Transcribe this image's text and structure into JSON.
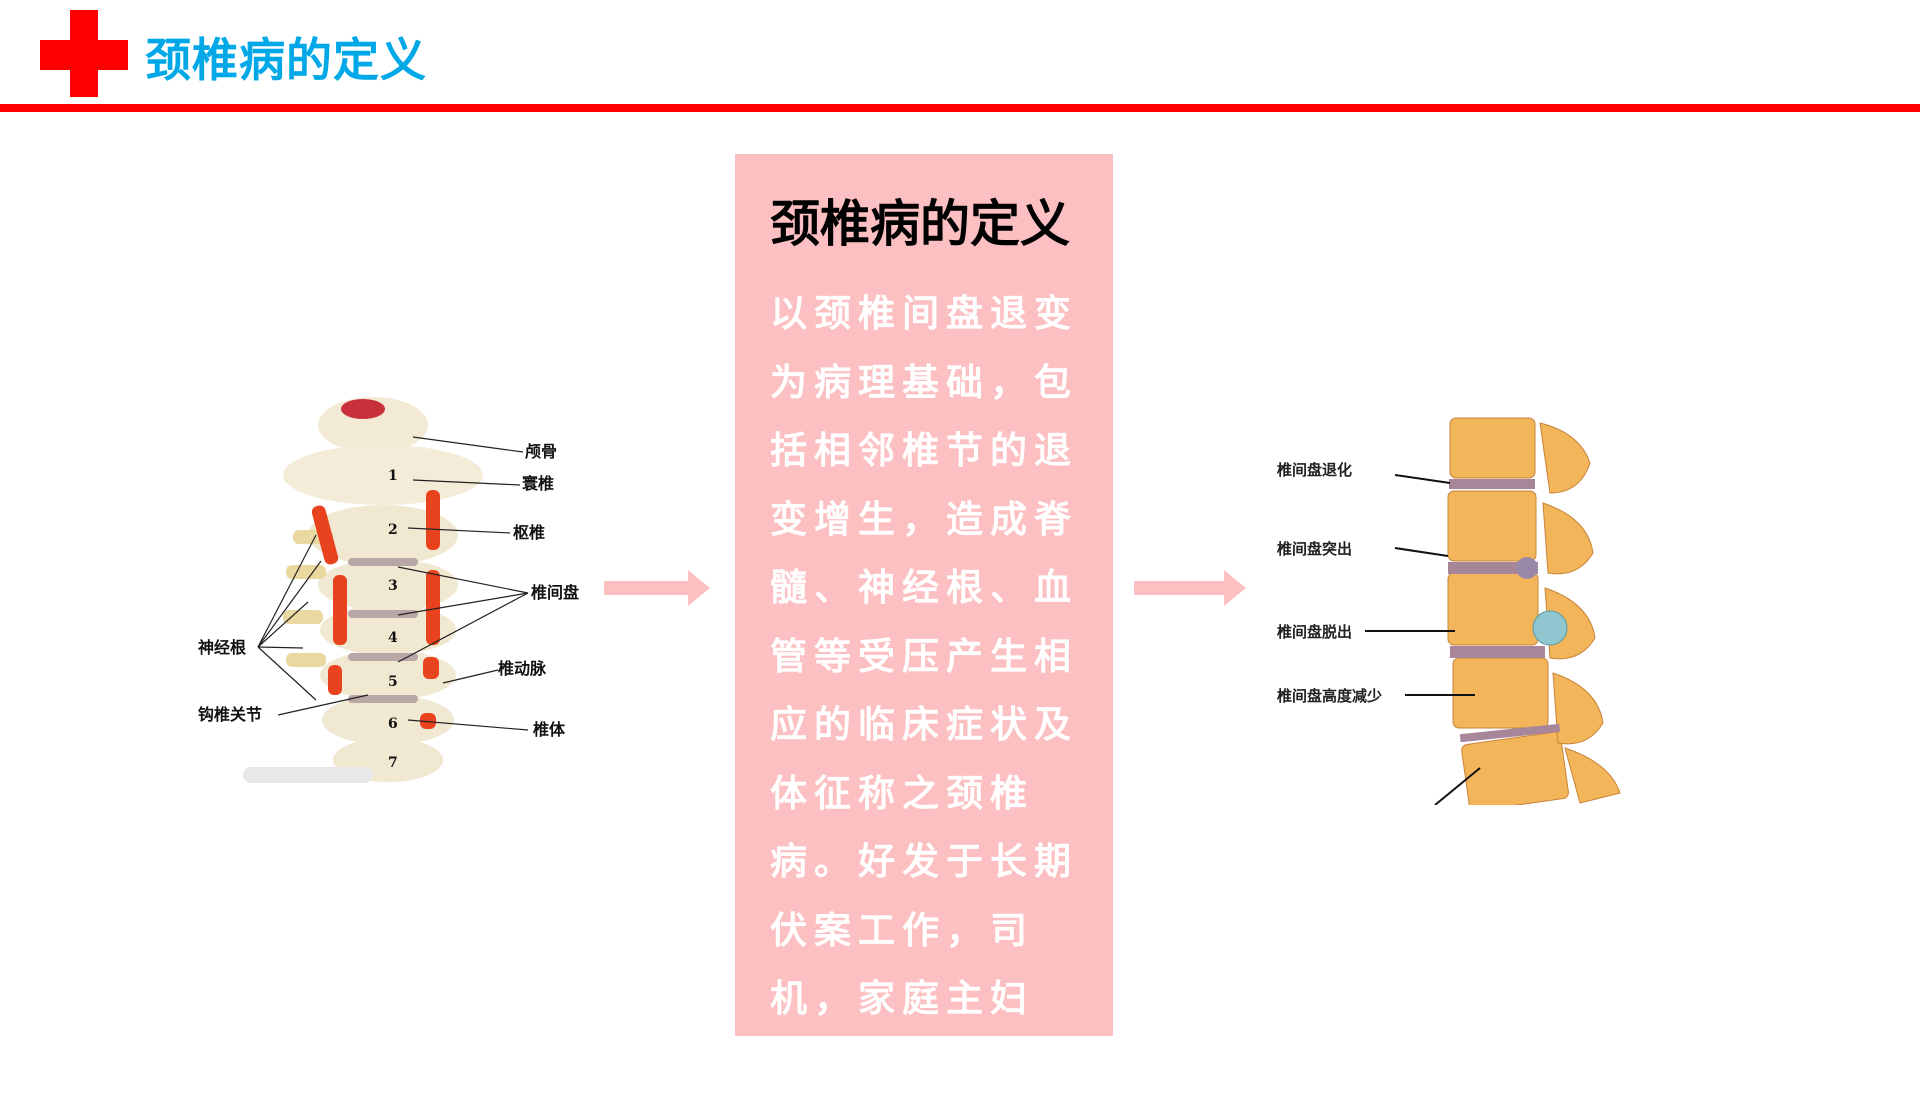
{
  "header": {
    "title": "颈椎病的定义",
    "icon": "red-cross-icon",
    "accent": "#ff0000",
    "title_color": "#00a8e8"
  },
  "card": {
    "title": "颈椎病的定义",
    "body": "以颈椎间盘退变为病理基础，包括相邻椎节的退变增生，造成脊髓、神经根、血管等受压产生相应的临床症状及体征称之颈椎病。好发于长期伏案工作，司机，家庭主妇等。",
    "background": "#fcc0c2"
  },
  "cervical_figure": {
    "labels": {
      "occipital": "颅骨",
      "atlas": "寰椎",
      "axis": "枢椎",
      "disc": "椎间盘",
      "nerve_root": "神经根",
      "artery": "椎动脉",
      "uncovertebral": "钩椎关节",
      "body": "椎体"
    },
    "numbers": [
      "1",
      "2",
      "3",
      "4",
      "5",
      "6",
      "7"
    ]
  },
  "lumbar_figure": {
    "labels": [
      "椎间盘退化",
      "椎间盘突出",
      "椎间盘脱出",
      "椎间盘高度减少"
    ]
  }
}
